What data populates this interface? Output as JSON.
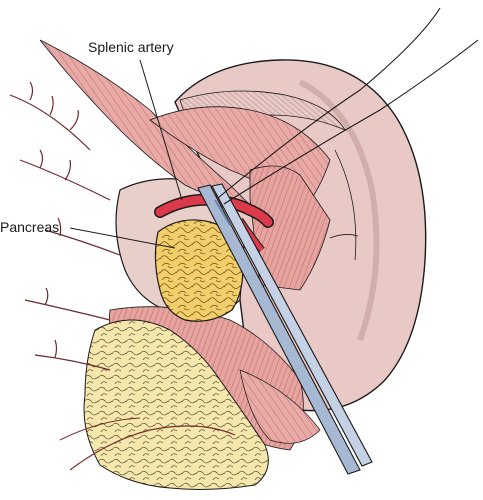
{
  "figure": {
    "labels": {
      "splenic_artery": "Splenic artery",
      "pancreas": "Pancreas"
    },
    "structures": [
      {
        "name": "spleen",
        "icon": "spleen-shape"
      },
      {
        "name": "stomach-body",
        "icon": "organ-shape"
      },
      {
        "name": "pancreas",
        "icon": "lobulated-gland"
      },
      {
        "name": "splenic-artery",
        "icon": "vessel"
      },
      {
        "name": "omental-fat",
        "icon": "fat-lobules"
      },
      {
        "name": "surgical-clamp",
        "icon": "clamp-instrument"
      },
      {
        "name": "ligature-suture",
        "icon": "suture-line"
      }
    ],
    "colors": {
      "spleen": "#e9c9c6",
      "spleen_shade": "#d8aeaa",
      "stomach": "#e8cfc9",
      "muscle": "#e59d9a",
      "muscle_dark": "#c96b69",
      "artery": "#dc3a4a",
      "pancreas": "#f3cf6c",
      "fat": "#f6e8ad",
      "clamp": "#a7b8d3",
      "clamp_dark": "#6f86ab",
      "vessel_dark": "#6b2a2d",
      "ink": "#1a1a1a"
    }
  }
}
